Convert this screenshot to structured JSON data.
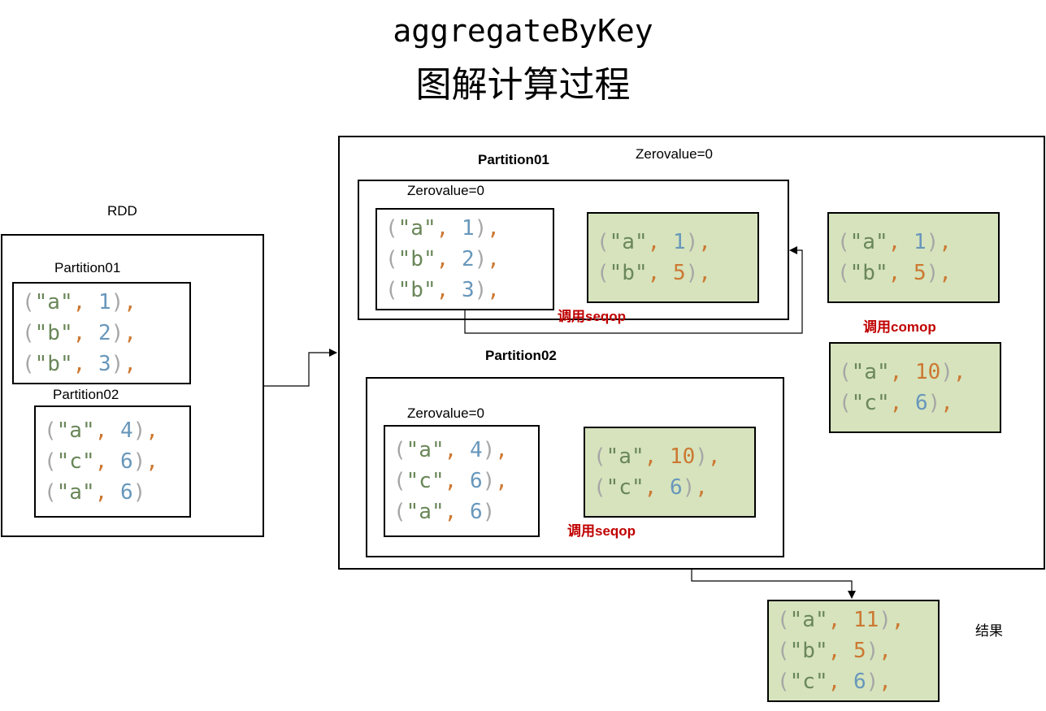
{
  "title": {
    "line1": "aggregateByKey",
    "line2": "图解计算过程"
  },
  "rdd": {
    "label": "RDD",
    "partition01": {
      "label": "Partition01",
      "items": [
        [
          "\"a\"",
          "1",
          "n",
          true
        ],
        [
          "\"b\"",
          "2",
          "n",
          true
        ],
        [
          "\"b\"",
          "3",
          "n",
          true
        ]
      ]
    },
    "partition02": {
      "label": "Partition02",
      "items": [
        [
          "\"a\"",
          "4",
          "n",
          true
        ],
        [
          "\"c\"",
          "6",
          "n",
          true
        ],
        [
          "\"a\"",
          "6",
          "n",
          false
        ]
      ]
    }
  },
  "process": {
    "zerovalue_top": "Zerovalue=0",
    "partition01": {
      "label": "Partition01",
      "zerovalue": "Zerovalue=0",
      "input": [
        [
          "\"a\"",
          "1",
          "n",
          true
        ],
        [
          "\"b\"",
          "2",
          "n",
          true
        ],
        [
          "\"b\"",
          "3",
          "n",
          true
        ]
      ],
      "output": [
        [
          "\"a\"",
          "1",
          "n",
          true
        ],
        [
          "\"b\"",
          "5",
          "o",
          true
        ]
      ],
      "seqop_label": "调用seqop"
    },
    "partition02": {
      "label": "Partition02",
      "zerovalue": "Zerovalue=0",
      "input": [
        [
          "\"a\"",
          "4",
          "n",
          true
        ],
        [
          "\"c\"",
          "6",
          "n",
          true
        ],
        [
          "\"a\"",
          "6",
          "n",
          false
        ]
      ],
      "output": [
        [
          "\"a\"",
          "10",
          "o",
          true
        ],
        [
          "\"c\"",
          "6",
          "n",
          true
        ]
      ],
      "seqop_label": "调用seqop"
    },
    "comop_label": "调用comop",
    "comop_input1": [
      [
        "\"a\"",
        "1",
        "n",
        true
      ],
      [
        "\"b\"",
        "5",
        "o",
        true
      ]
    ],
    "comop_input2": [
      [
        "\"a\"",
        "10",
        "o",
        true
      ],
      [
        "\"c\"",
        "6",
        "n",
        true
      ]
    ]
  },
  "result": {
    "label": "结果",
    "items": [
      [
        "\"a\"",
        "11",
        "o",
        true
      ],
      [
        "\"b\"",
        "5",
        "o",
        true
      ],
      [
        "\"c\"",
        "6",
        "n",
        true
      ]
    ]
  },
  "colors": {
    "paren": "#a6a6a6",
    "string": "#6a8759",
    "number_blue": "#6897bb",
    "number_orange": "#cc7832",
    "comma": "#cc7832",
    "green_fill": "#d6e3bc",
    "red_label": "#c00000"
  }
}
